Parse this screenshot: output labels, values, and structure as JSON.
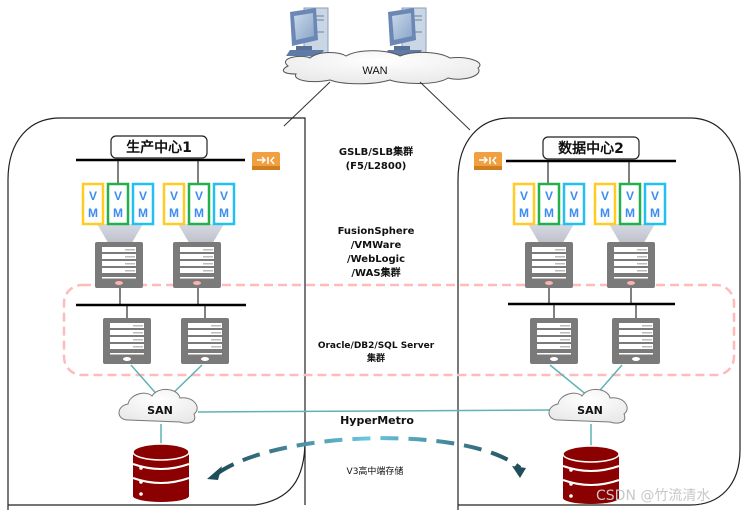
{
  "diagram": {
    "wan_label": "WAN",
    "center_labels": {
      "gslb": [
        "GSLB/SLB集群",
        "(F5/L2800)"
      ],
      "app_cluster": [
        "FusionSphere",
        "/VMWare",
        "/WebLogic",
        "/WAS集群"
      ],
      "db_cluster": [
        "Oracle/DB2/SQL Server",
        "集群"
      ],
      "replication": "HyperMetro",
      "storage": "V3高中端存储"
    },
    "datacenters": [
      {
        "name": "生产中心1",
        "san_label": "SAN"
      },
      {
        "name": "数据中心2",
        "san_label": "SAN"
      }
    ],
    "vm_label_top": "V",
    "vm_label_bottom": "M",
    "vm_group_colors": [
      "#ffcc22",
      "#22b04a",
      "#22c0f0"
    ],
    "colors": {
      "san_link": "#5fb3b3",
      "db_cylinder": "#8b0000",
      "cluster_dash": "#ffbbbb",
      "server": "#7a7a7a",
      "load_balancer": "#f0a040",
      "arrow_dark": "#1f4e5a",
      "arrow_light": "#6cc8e0"
    },
    "watermark": "CSDN @竹流清水"
  }
}
